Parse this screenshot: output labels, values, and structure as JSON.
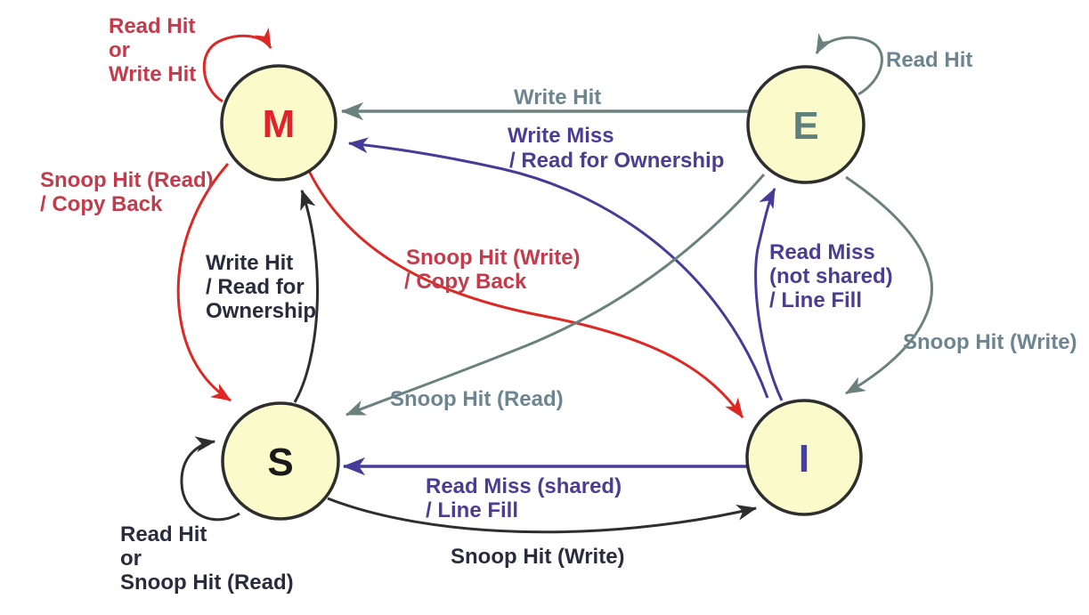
{
  "colors": {
    "background": "#FFFFFF",
    "node-fill": "#FBFACA",
    "node-border": "#2E2E2E",
    "red": "#DD2823",
    "crimson": "#C43B4B",
    "teal": "#6B817E",
    "teal-text": "#6D8590",
    "purple": "#453C97",
    "purple-text": "#4C3D94",
    "black": "#2E2E2E",
    "black-text": "#2B2B3D",
    "m-letter": "#E1232E",
    "e-letter": "#5E817C",
    "s-letter": "#1A1A1A",
    "i-letter": "#4640A0"
  },
  "nodes": {
    "m": {
      "label": "M"
    },
    "e": {
      "label": "E"
    },
    "s": {
      "label": "S"
    },
    "i": {
      "label": "I"
    }
  },
  "edges": {
    "m_self": {
      "from": "M",
      "to": "M",
      "color": "red",
      "lines": [
        "Read Hit",
        "or",
        "Write Hit"
      ]
    },
    "e_self": {
      "from": "E",
      "to": "E",
      "color": "teal",
      "lines": [
        "Read Hit"
      ]
    },
    "s_self": {
      "from": "S",
      "to": "S",
      "color": "black",
      "lines": [
        "Read Hit",
        "or",
        "Snoop Hit (Read)"
      ]
    },
    "e_to_m": {
      "from": "E",
      "to": "M",
      "color": "teal",
      "lines": [
        "Write Hit"
      ]
    },
    "i_to_m": {
      "from": "I",
      "to": "M",
      "color": "purple",
      "lines": [
        "Write Miss",
        "/ Read for Ownership"
      ]
    },
    "m_to_s": {
      "from": "M",
      "to": "S",
      "color": "red",
      "lines": [
        "Snoop Hit (Read)",
        "/ Copy Back"
      ]
    },
    "s_to_m": {
      "from": "S",
      "to": "M",
      "color": "black",
      "lines": [
        "Write Hit",
        "/ Read for",
        "Ownership"
      ]
    },
    "m_to_i": {
      "from": "M",
      "to": "I",
      "color": "red",
      "lines": [
        "Snoop Hit (Write)",
        "/ Copy Back"
      ]
    },
    "i_to_e": {
      "from": "I",
      "to": "E",
      "color": "purple",
      "lines": [
        "Read Miss",
        "(not shared)",
        "/ Line Fill"
      ]
    },
    "e_to_i": {
      "from": "E",
      "to": "I",
      "color": "teal",
      "lines": [
        "Snoop Hit (Write)"
      ]
    },
    "e_to_s": {
      "from": "E",
      "to": "S",
      "color": "teal",
      "lines": [
        "Snoop Hit (Read)"
      ]
    },
    "i_to_s": {
      "from": "I",
      "to": "S",
      "color": "purple",
      "lines": [
        "Read Miss (shared)",
        "/ Line Fill"
      ]
    },
    "s_to_i": {
      "from": "S",
      "to": "I",
      "color": "black",
      "lines": [
        "Snoop Hit (Write)"
      ]
    }
  }
}
